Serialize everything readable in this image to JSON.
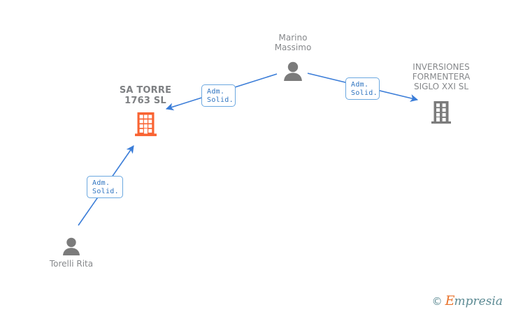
{
  "graph": {
    "background_color": "#ffffff",
    "edge_color": "#3b7dd8",
    "relation_box": {
      "border_color": "#6ba8e0",
      "text_color": "#2f74c0"
    },
    "nodes": [
      {
        "id": "sa-torre",
        "type": "company",
        "label": "SA TORRE\n1763 SL",
        "icon": "building-icon",
        "icon_color": "#f96332",
        "highlight": true
      },
      {
        "id": "marino-massimo",
        "type": "person",
        "label": "Marino\nMassimo",
        "icon": "person-icon",
        "icon_color": "#7b7b7b",
        "highlight": false
      },
      {
        "id": "inversiones-formentera",
        "type": "company",
        "label": "INVERSIONES\nFORMENTERA\nSIGLO XXI SL",
        "icon": "building-icon",
        "icon_color": "#7b7b7b",
        "highlight": false
      },
      {
        "id": "torelli-rita",
        "type": "person",
        "label": "Torelli Rita",
        "icon": "person-icon",
        "icon_color": "#7b7b7b",
        "highlight": false
      }
    ],
    "edges": [
      {
        "id": "edge-marino-satorre",
        "from": "marino-massimo",
        "to": "sa-torre",
        "relation_label": "Adm.\nSolid."
      },
      {
        "id": "edge-marino-inversiones",
        "from": "marino-massimo",
        "to": "inversiones-formentera",
        "relation_label": "Adm.\nSolid."
      },
      {
        "id": "edge-torelli-satorre",
        "from": "torelli-rita",
        "to": "sa-torre",
        "relation_label": "Adm.\nSolid."
      }
    ]
  },
  "watermark": {
    "copyright": "©",
    "brand_initial": "E",
    "brand_rest": "mpresia"
  }
}
